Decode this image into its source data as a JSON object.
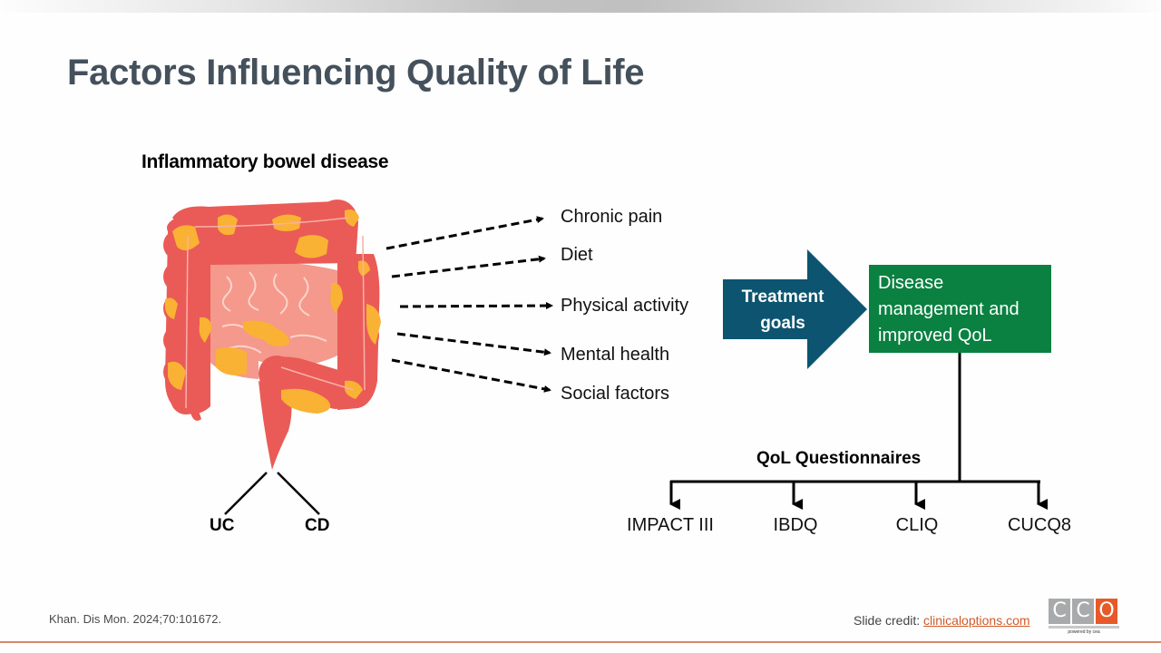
{
  "slide": {
    "title": "Factors Influencing Quality of Life",
    "ibd_heading": "Inflammatory bowel disease",
    "factors": [
      "Chronic pain",
      "Diet",
      "Physical activity",
      "Mental health",
      "Social factors"
    ],
    "subtypes": {
      "left": "UC",
      "right": "CD"
    },
    "treatment_arrow": {
      "line1": "Treatment",
      "line2": "goals"
    },
    "outcome_box": {
      "line1": "Disease",
      "line2": "management and",
      "line3": "improved QoL"
    },
    "questionnaires_heading": "QoL Questionnaires",
    "questionnaires": [
      "IMPACT III",
      "IBDQ",
      "CLIQ",
      "CUCQ8"
    ]
  },
  "footer": {
    "citation": "Khan. Dis Mon. 2024;70:101672.",
    "credit_label": "Slide credit:",
    "credit_link": "clinicaloptions.com",
    "logo_letters": [
      "C",
      "C",
      "O"
    ],
    "logo_tagline": "powered by cea"
  },
  "colors": {
    "title": "#44515c",
    "arrow": "#0d5470",
    "green_box": "#0a8140",
    "accent_orange": "#e8592a",
    "colon_red": "#ea5a56",
    "colon_inflamed": "#f9b233",
    "small_intestine": "#f4998b"
  }
}
